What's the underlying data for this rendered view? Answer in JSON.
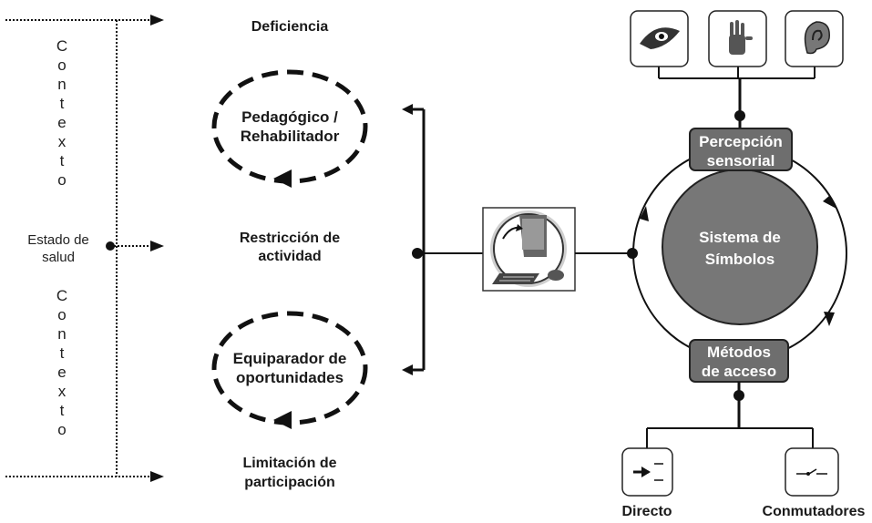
{
  "left_panel": {
    "contexto_top": [
      "C",
      "o",
      "n",
      "t",
      "e",
      "x",
      "t",
      "o"
    ],
    "contexto_bottom": [
      "C",
      "o",
      "n",
      "t",
      "e",
      "x",
      "t",
      "o"
    ],
    "estado_line1": "Estado de",
    "estado_line2": "salud"
  },
  "outcomes": {
    "deficiencia": "Deficiencia",
    "restriccion_line1": "Restricción de",
    "restriccion_line2": "actividad",
    "limitacion_line1": "Limitación de",
    "limitacion_line2": "participación"
  },
  "roles": {
    "pedagogico_line1": "Pedagógico /",
    "pedagogico_line2": "Rehabilitador",
    "equiparador_line1": "Equiparador de",
    "equiparador_line2": "oportunidades"
  },
  "system": {
    "center_line1": "Sistema de",
    "center_line2": "Símbolos",
    "percepcion_line1": "Percepción",
    "percepcion_line2": "sensorial",
    "metodos_line1": "Métodos",
    "metodos_line2": "de  acceso"
  },
  "access": {
    "directo": "Directo",
    "conmutadores": "Conmutadores"
  },
  "icons": {
    "senses": [
      "eye-icon",
      "hand-icon",
      "ear-icon"
    ],
    "computer": "computer-icon",
    "direct": "direct-input-icon",
    "switch": "switch-icon"
  },
  "colors": {
    "box_fill": "#6e6e6e",
    "circle_fill": "#777777",
    "line": "#111111"
  }
}
